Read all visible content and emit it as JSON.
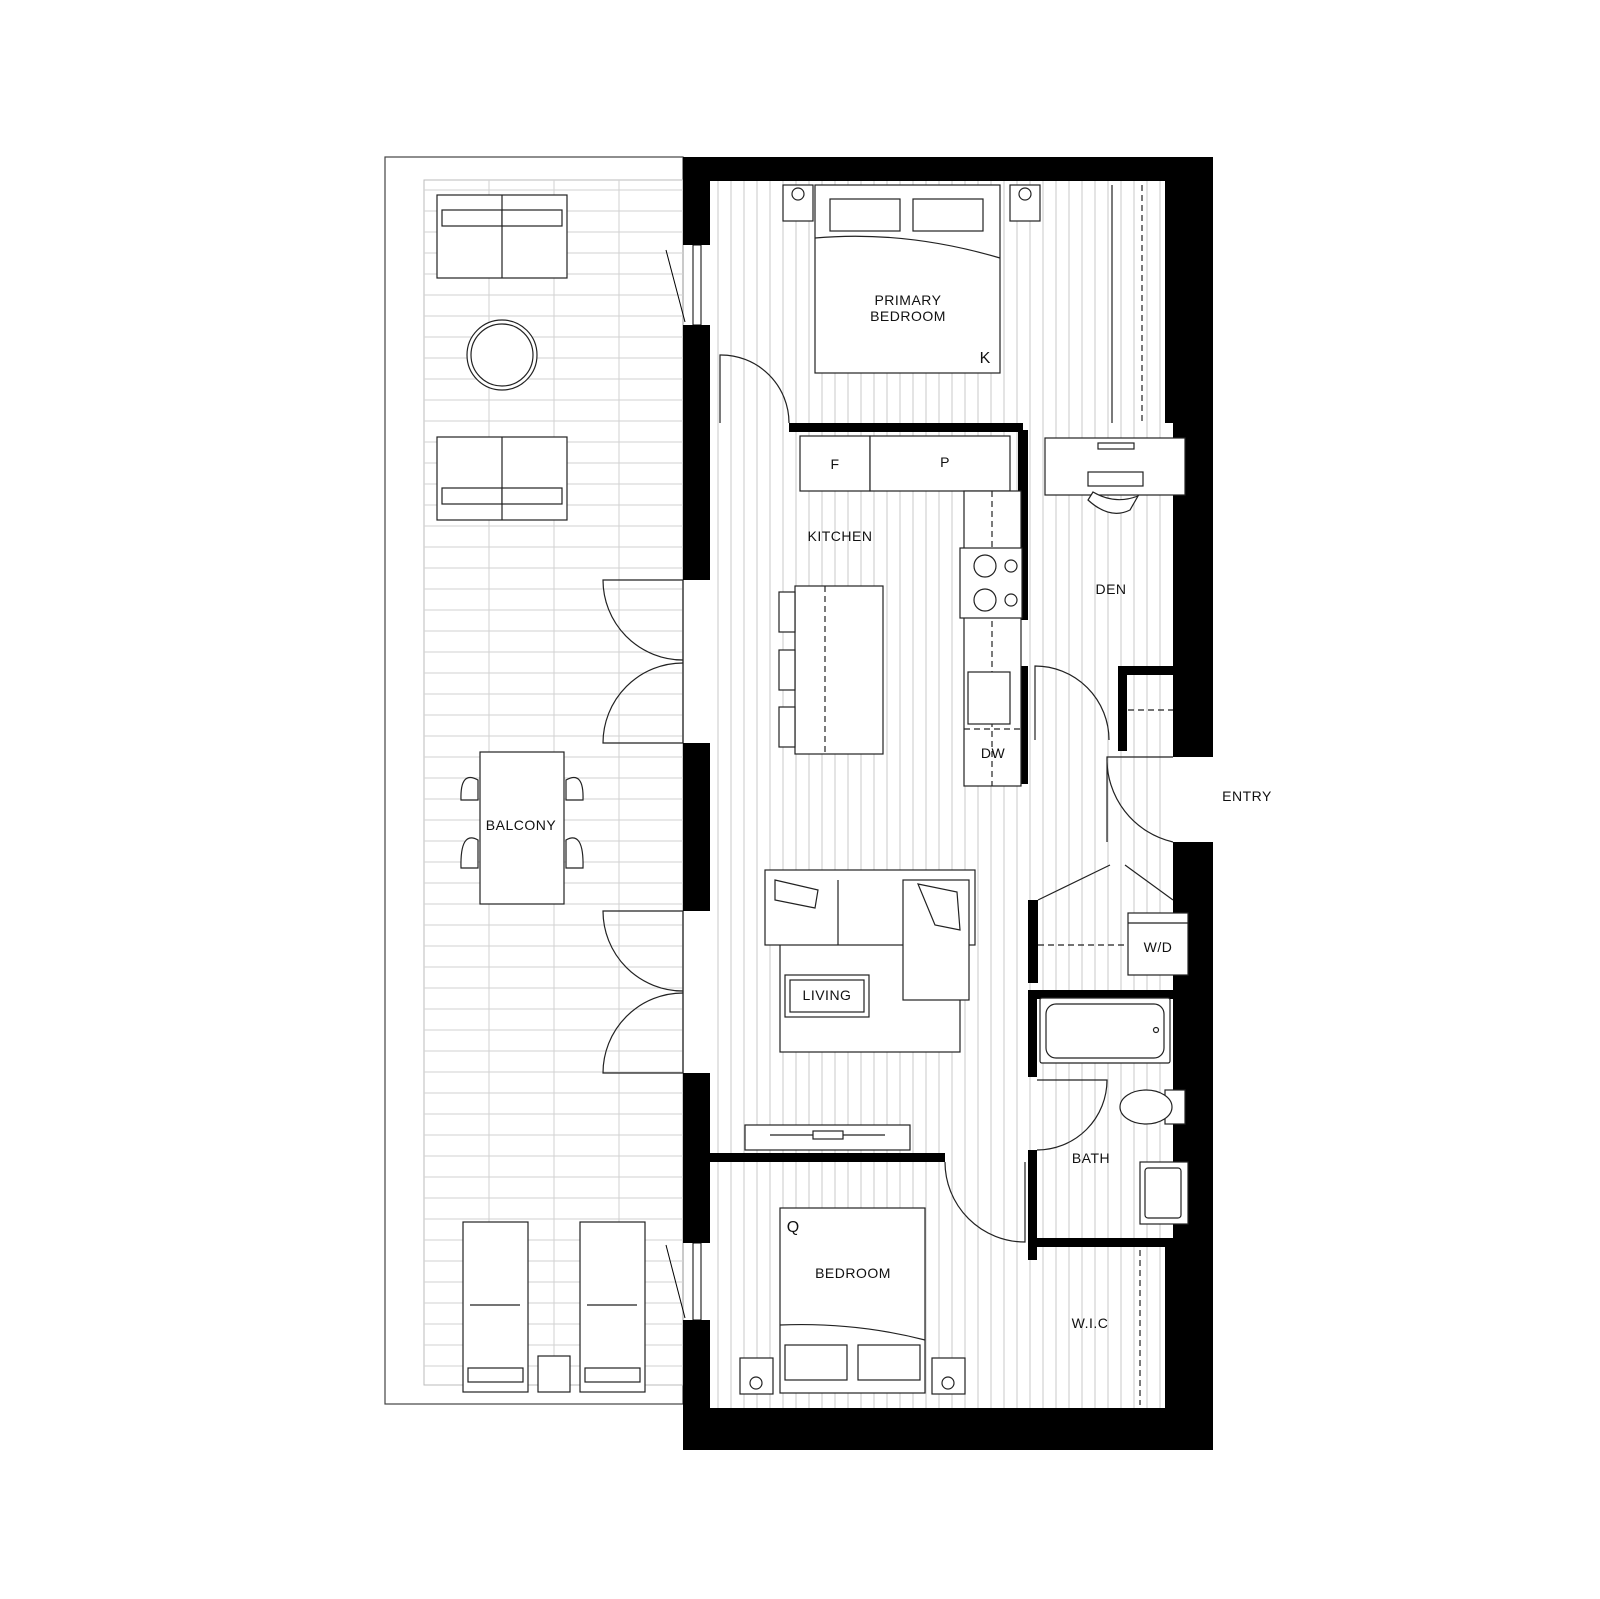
{
  "labels": {
    "primary_bedroom_line1": "PRIMARY",
    "primary_bedroom_line2": "BEDROOM",
    "bed_size_primary": "K",
    "fridge": "F",
    "pantry": "P",
    "kitchen": "KITCHEN",
    "den": "DEN",
    "dishwasher": "DW",
    "entry": "ENTRY",
    "balcony": "BALCONY",
    "washer_dryer": "W/D",
    "living": "LIVING",
    "bath": "BATH",
    "bed_size_bedroom": "Q",
    "bedroom": "BEDROOM",
    "walk_in_closet": "W.I.C"
  },
  "colors": {
    "wall": "#000000",
    "line": "#222222",
    "floor_line": "#c8c8c8",
    "balcony_grid": "#d2d2d2",
    "background": "#ffffff"
  }
}
